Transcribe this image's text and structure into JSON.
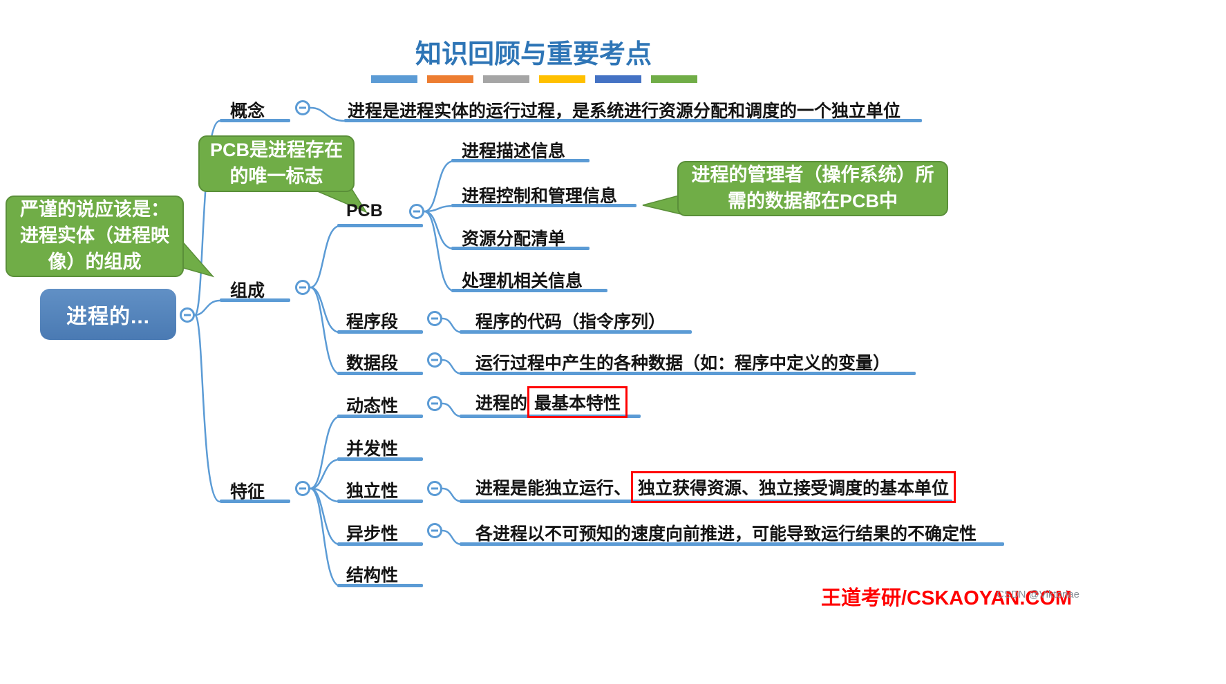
{
  "title": "知识回顾与重要考点",
  "root": {
    "label": "进程的..."
  },
  "nodes": {
    "concept": {
      "label": "概念",
      "text": "进程是进程实体的运行过程，是系统进行资源分配和调度的一个独立单位"
    },
    "composition": {
      "label": "组成"
    },
    "pcb": {
      "label": "PCB",
      "children": [
        "进程描述信息",
        "进程控制和管理信息",
        "资源分配清单",
        "处理机相关信息"
      ]
    },
    "program_segment": {
      "label": "程序段",
      "text": "程序的代码（指令序列）"
    },
    "data_segment": {
      "label": "数据段",
      "text": "运行过程中产生的各种数据（如：程序中定义的变量）"
    },
    "features": {
      "label": "特征"
    },
    "dynamic": {
      "label": "动态性",
      "text_prefix": "进程的",
      "text_boxed": "最基本特性"
    },
    "concurrent": {
      "label": "并发性"
    },
    "independent": {
      "label": "独立性",
      "text_prefix": "进程是能独立运行、",
      "text_boxed": "独立获得资源、独立接受调度的基本单位"
    },
    "asynchronous": {
      "label": "异步性",
      "text": "各进程以不可预知的速度向前推进，可能导致运行结果的不确定性"
    },
    "structural": {
      "label": "结构性"
    }
  },
  "callouts": {
    "pcb_unique_flag": "PCB是进程存在的唯一标志",
    "strict_note": "严谨的说应该是：进程实体（进程映像）的组成",
    "pcb_manager": "进程的管理者（操作系统）所需的数据都在PCB中"
  },
  "footer": {
    "brand": "王道考研/CSKAOYAN.COM",
    "watermark": "CSDN @Viktoriae"
  },
  "colors": {
    "title_blue": "#2E75B6",
    "line_blue": "#5B9BD5",
    "root_blue": "#4A7AB3",
    "callout_green": "#70AD47",
    "highlight_red": "#FF0000",
    "brand_red": "#FF0000",
    "divider_bars": [
      "#5B9BD5",
      "#ED7D31",
      "#A5A5A5",
      "#FFC000",
      "#4472C4",
      "#70AD47"
    ]
  }
}
